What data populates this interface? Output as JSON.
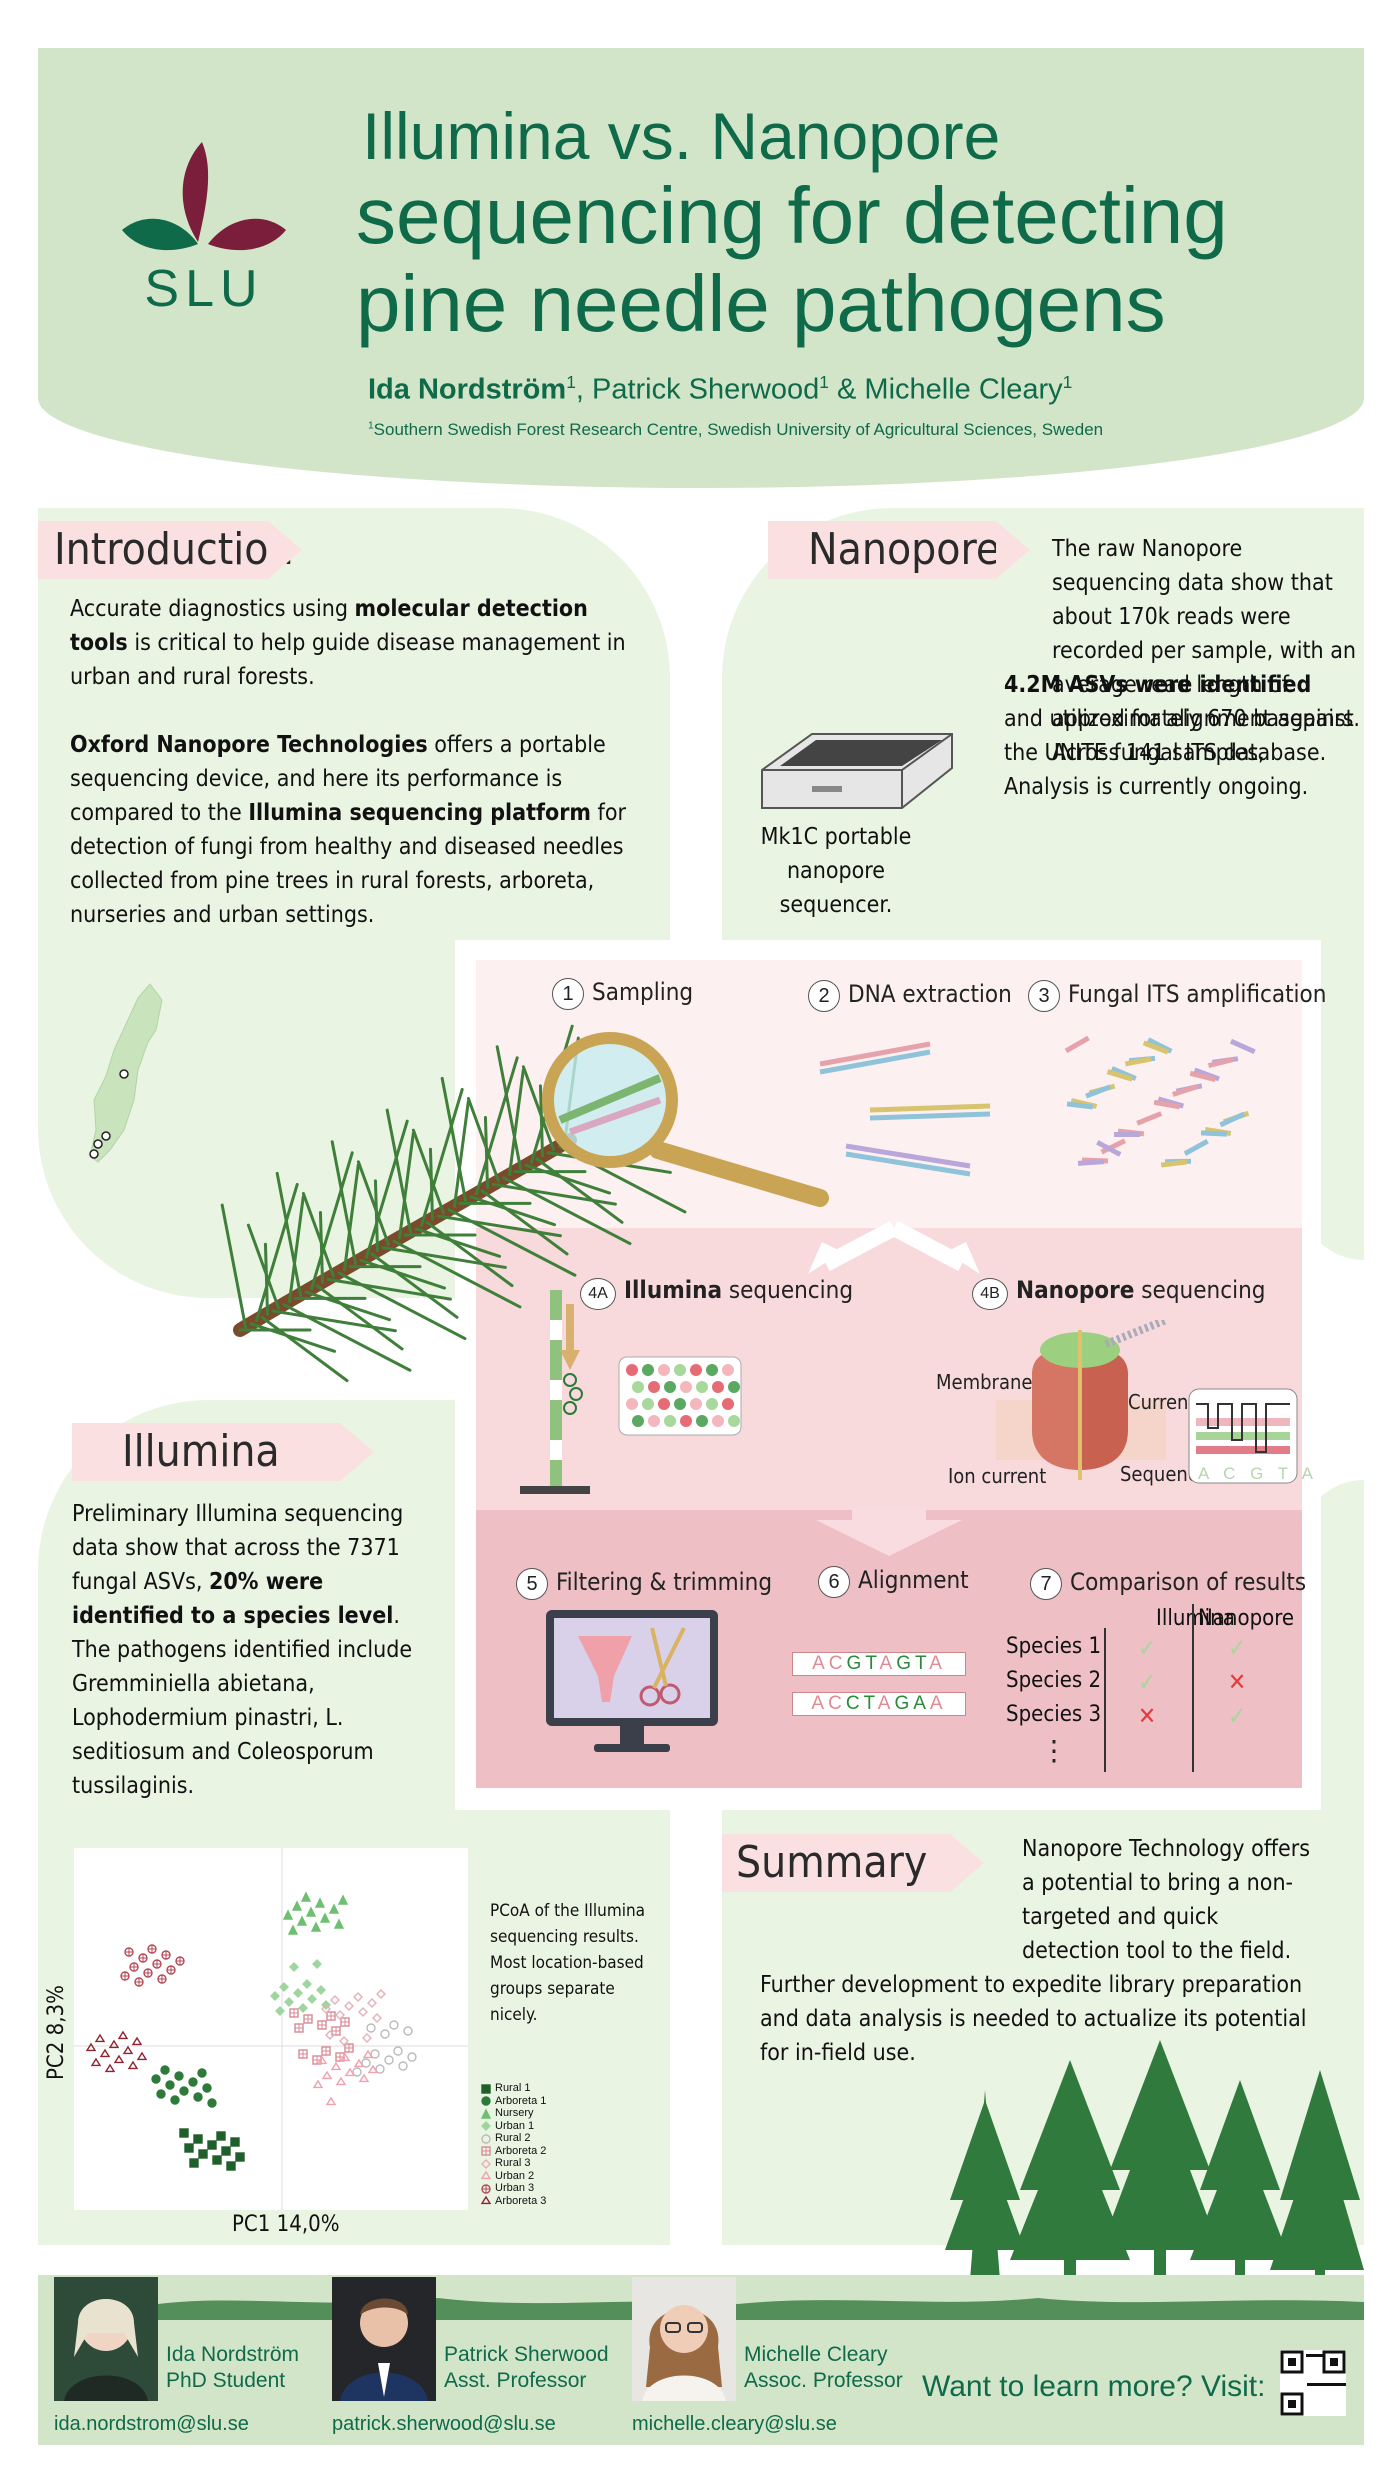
{
  "header": {
    "logo_text": "SLU",
    "title_line1": "Illumina vs. Nanopore",
    "title_line2": "sequencing for detecting pine needle pathogens",
    "authors": [
      {
        "name": "Ida Nordström",
        "sup": "1",
        "sep": ", "
      },
      {
        "name": "Patrick Sherwood",
        "sup": "1",
        "sep": " & "
      },
      {
        "name": "Michelle Cleary",
        "sup": "1",
        "sep": ""
      }
    ],
    "affiliation_sup": "1",
    "affiliation": "Southern Swedish Forest Research Centre, Swedish University of Agricultural Sciences, Sweden"
  },
  "introduction": {
    "heading": "Introduction",
    "p1": [
      "Accurate diagnostics using ",
      "molecular detection tools",
      " is critical to help guide disease management in urban and rural forests."
    ],
    "p2": [
      "Oxford Nanopore Technologies",
      " offers a portable sequencing device, and here its performance is compared to the ",
      "Illumina sequencing platform",
      " for detection of fungi from healthy and diseased needles collected from pine trees in rural forests, arboreta, nurseries and urban settings."
    ]
  },
  "nanopore": {
    "heading": "Nanopore",
    "text_a": "The raw Nanopore sequencing data show that about 170k reads were recorded per sample, with an average read length of approximately 670 basepairs. Across 141 samples,",
    "text_bold": "4.2M ASVs were identified",
    "text_b": " and utilized for alignment against the UNITE fungal ITS database. Analysis is currently ongoing.",
    "caption": "Mk1C portable nanopore sequencer."
  },
  "workflow": {
    "steps": [
      {
        "num": "1",
        "label": "Sampling"
      },
      {
        "num": "2",
        "label": "DNA extraction"
      },
      {
        "num": "3",
        "label": "Fungal ITS amplification"
      },
      {
        "num": "4A",
        "bold": "Illumina",
        "label": " sequencing"
      },
      {
        "num": "4B",
        "bold": "Nanopore",
        "label": " sequencing"
      },
      {
        "num": "5",
        "label": "Filtering & trimming"
      },
      {
        "num": "6",
        "label": "Alignment"
      },
      {
        "num": "7",
        "label": "Comparison of results"
      }
    ],
    "labels": {
      "membrane": "Membrane",
      "current": "Current",
      "ion_current": "Ion current",
      "sequence": "Sequence"
    },
    "seq_letters": [
      "A",
      "C",
      "G",
      "T",
      "A"
    ],
    "alignment_top": [
      "A",
      "C",
      "G",
      "T",
      "A",
      "G",
      "T",
      "A"
    ],
    "alignment_bottom": [
      "A",
      "C",
      "C",
      "T",
      "A",
      "G",
      "A",
      "A"
    ],
    "comparison": {
      "col1": "Illumina",
      "col2": "Nanopore",
      "rows": [
        {
          "species": "Species 1",
          "illumina": "✓",
          "nanopore": "✓"
        },
        {
          "species": "Species 2",
          "illumina": "✓",
          "nanopore": "✕"
        },
        {
          "species": "Species 3",
          "illumina": "✕",
          "nanopore": "✓"
        }
      ],
      "more": "⋮"
    }
  },
  "illumina": {
    "heading": "Illumina",
    "text_a": "Preliminary Illumina sequencing data show that across the 7371 fungal ASVs, ",
    "text_bold": "20% were identified to a species level",
    "text_b": ". The pathogens identified include Gremminiella abietana, Lophodermium pinastri, L. seditiosum and Coleosporum tussilaginis."
  },
  "pcoa": {
    "caption": "PCoA of the Illumina sequencing results. Most location-based groups separate nicely.",
    "xlabel": "PC1 14,0%",
    "ylabel": "PC2 8,3%",
    "legend": [
      {
        "label": "Rural 1",
        "color": "#1f5f2a",
        "shape": "square"
      },
      {
        "label": "Arboreta 1",
        "color": "#2e7a3a",
        "shape": "circle"
      },
      {
        "label": "Nursery",
        "color": "#6fbf73",
        "shape": "triangle"
      },
      {
        "label": "Urban 1",
        "color": "#9fd69f",
        "shape": "diamond"
      },
      {
        "label": "Rural 2",
        "color": "#bbbbbb",
        "shape": "circle-open"
      },
      {
        "label": "Arboreta 2",
        "color": "#d98a94",
        "shape": "square-plus"
      },
      {
        "label": "Rural 3",
        "color": "#e7b0b8",
        "shape": "diamond-open"
      },
      {
        "label": "Urban 2",
        "color": "#f2a0ad",
        "shape": "star"
      },
      {
        "label": "Urban 3",
        "color": "#b44a56",
        "shape": "circle-plus"
      },
      {
        "label": "Arboreta 3",
        "color": "#8f2330",
        "shape": "hexagram"
      }
    ]
  },
  "summary": {
    "heading": "Summary",
    "text": "Nanopore Technology offers a potential to bring a non-targeted and quick detection tool to the field. Further development to expedite library preparation and data analysis is needed to actualize its potential for in-field use."
  },
  "footer": {
    "people": [
      {
        "name": "Ida Nordström",
        "title": "PhD Student",
        "email": "ida.nordstrom@slu.se"
      },
      {
        "name": "Patrick Sherwood",
        "title": "Asst. Professor",
        "email": "patrick.sherwood@slu.se"
      },
      {
        "name": "Michelle Cleary",
        "title": "Assoc. Professor",
        "email": "michelle.cleary@slu.se"
      }
    ],
    "cta": "Want to learn more? Visit:"
  },
  "colors": {
    "brand_green": "#0f6a4a",
    "header_bg": "#d3e5c9",
    "panel_bg": "#eaf4e3",
    "heading_bg": "#fbe0e2",
    "logo_burgundy": "#7a1e3c"
  }
}
